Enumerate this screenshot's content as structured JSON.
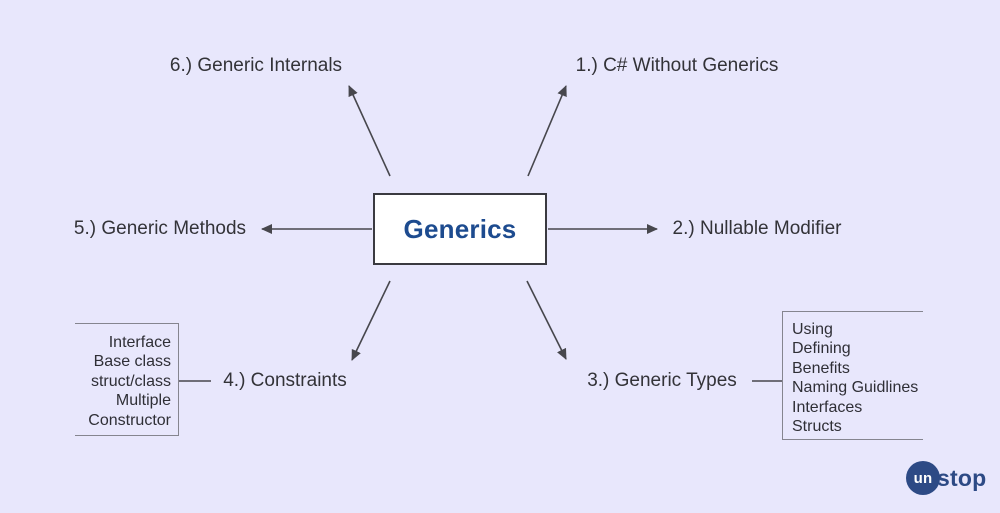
{
  "diagram": {
    "background_color": "#E8E7FC",
    "center": {
      "title": "Generics",
      "title_color": "#1D4B8F",
      "box_border_color": "#3A3A40"
    },
    "line_color": "#47474D",
    "nodes": {
      "n1": {
        "label": "1.) C# Without Generics"
      },
      "n2": {
        "label": "2.) Nullable Modifier"
      },
      "n3": {
        "label": "3.) Generic Types"
      },
      "n4": {
        "label": "4.) Constraints"
      },
      "n5": {
        "label": "5.) Generic Methods"
      },
      "n6": {
        "label": "6.) Generic Internals"
      }
    },
    "constraints_box": {
      "items": [
        "Interface",
        "Base class",
        "struct/class",
        "Multiple",
        "Constructor"
      ],
      "border_color": "#85858F"
    },
    "generic_types_box": {
      "items": [
        "Using",
        "Defining",
        "Benefits",
        "Naming Guidlines",
        "Interfaces",
        "Structs"
      ],
      "border_color": "#85858F"
    },
    "logo": {
      "circle_text": "un",
      "rest_text": "stop",
      "color": "#2D4A85"
    }
  }
}
